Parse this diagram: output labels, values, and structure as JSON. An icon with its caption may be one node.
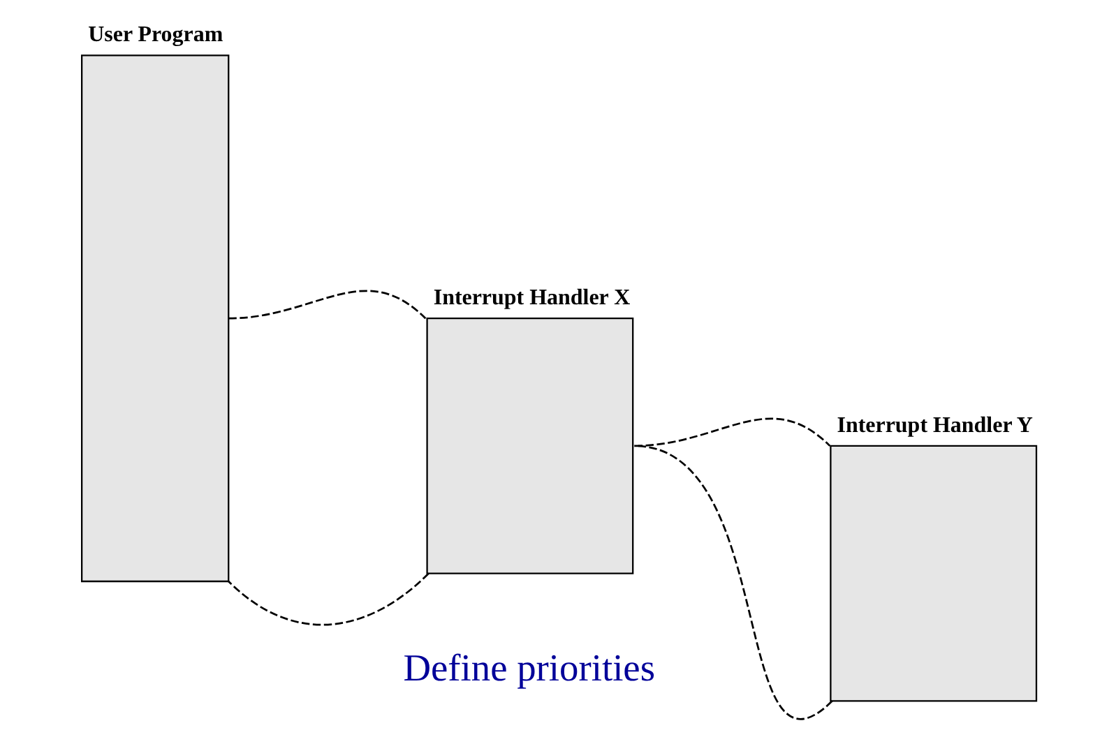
{
  "diagram": {
    "nodes": [
      {
        "text": [
          "User Program"
        ]
      },
      {
        "text": [
          "Interrupt Handler X"
        ]
      },
      {
        "text": [
          "Interrupt Handler Y"
        ]
      }
    ],
    "edges": [
      {
        "from": 0,
        "to": 1,
        "arrow": "none",
        "style": "dashed"
      },
      {
        "from": 1,
        "to": 0,
        "arrow": "none",
        "style": "dashed"
      },
      {
        "from": 1,
        "to": 2,
        "arrow": "none",
        "style": "dashed"
      },
      {
        "from": 2,
        "to": 1,
        "arrow": "none",
        "style": "dashed"
      }
    ],
    "labels": [
      "Define priorities"
    ]
  }
}
